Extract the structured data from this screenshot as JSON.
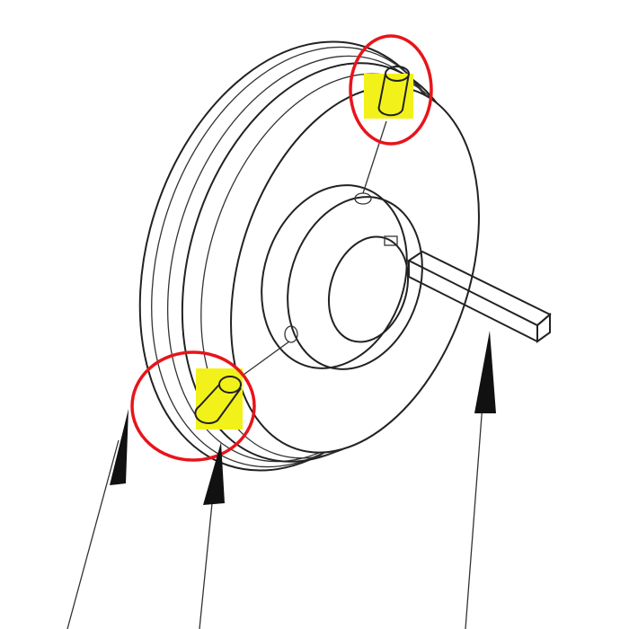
{
  "diagram": {
    "subject": "pulley-with-set-screws",
    "colors": {
      "line": "#222222",
      "highlight_circle": "#e8141b",
      "set_screw_fill": "#f2f21a",
      "background": "#ffffff"
    },
    "callouts": [
      {
        "target": "pulley-rim"
      },
      {
        "target": "set-screw"
      },
      {
        "target": "shaft-key"
      }
    ]
  }
}
